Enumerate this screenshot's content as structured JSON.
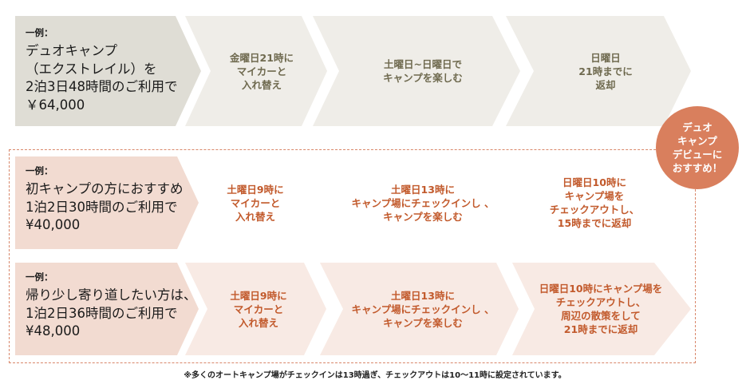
{
  "colors": {
    "row1_lead_bg": "#dfddd5",
    "row1_step_bg": "#efede8",
    "row1_text": "#6f6a4f",
    "row2_lead_bg": "#f2dbd1",
    "row3_lead_bg": "#f2dbd1",
    "row3_step_bg": "#f8eae4",
    "accent_text": "#c25a2c",
    "badge_bg": "#d97f5d",
    "dash_border": "#d9876a"
  },
  "rows": [
    {
      "example_label": "一例：",
      "lead_lines": [
        "デュオキャンプ",
        "（エクストレイル）を",
        "2泊3日48時間のご利用で",
        "￥64,000"
      ],
      "steps": [
        {
          "lines": [
            "金曜日21時に",
            "マイカーと",
            "入れ替え"
          ]
        },
        {
          "lines": [
            "土曜日~日曜日で",
            "キャンプを楽しむ"
          ]
        },
        {
          "lines": [
            "日曜日",
            "21時までに",
            "返却"
          ]
        }
      ]
    },
    {
      "example_label": "一例：",
      "lead_lines": [
        "初キャンプの方におすすめ",
        "1泊2日30時間のご利用で",
        "¥40,000"
      ],
      "steps": [
        {
          "lines": [
            "土曜日9時に",
            "マイカーと",
            "入れ替え"
          ]
        },
        {
          "lines": [
            "土曜日13時に",
            "キャンプ場にチェックインし 、",
            "キャンプを楽しむ"
          ]
        },
        {
          "lines": [
            "日曜日10時に",
            "キャンプ場を",
            "チェックアウトし、",
            "15時までに返却"
          ]
        }
      ]
    },
    {
      "example_label": "一例：",
      "lead_lines": [
        "帰り少し寄り道したい方は、",
        "1泊2日36時間のご利用で",
        "¥48,000"
      ],
      "steps": [
        {
          "lines": [
            "土曜日9時に",
            "マイカーと",
            "入れ替え"
          ]
        },
        {
          "lines": [
            "土曜日13時に",
            "キャンプ場にチェックインし 、",
            "キャンプを楽しむ"
          ]
        },
        {
          "lines": [
            "日曜日10時にキャンプ場を",
            "チェックアウトし、",
            "周辺の散策をして",
            "21時までに返却"
          ]
        }
      ]
    }
  ],
  "badge": {
    "lines": [
      "デュオ",
      "キャンプ",
      "デビューに",
      "おすすめ！"
    ]
  },
  "footnote": "※多くのオートキャンプ場がチェックインは13時過ぎ、チェックアウトは10〜11時に設定されています。"
}
